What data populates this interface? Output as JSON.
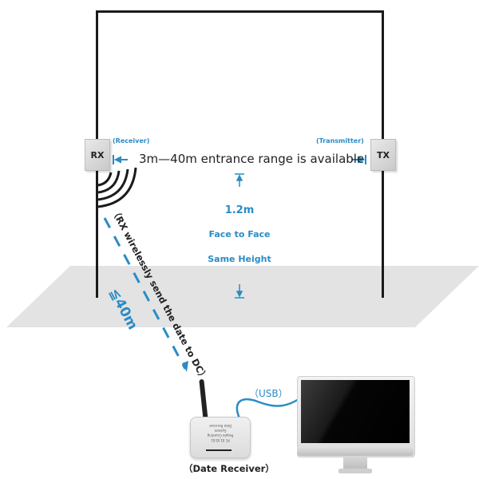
{
  "diagram": {
    "rx": {
      "label": "RX",
      "caption": "(Receiver)"
    },
    "tx": {
      "label": "TX",
      "caption": "(Transmitter)"
    },
    "range_text": "3m—40m entrance range is available",
    "height_label": "1.2m",
    "face_label": "Face to Face",
    "same_height_label": "Same Height",
    "wireless_text": "（RX  wirelessly send the date to DC）",
    "distance_label": "≦40m",
    "usb_label": "（USB）",
    "receiver": {
      "caption": "（Date Receiver）",
      "device_text_line1": "PC  01   ID:01",
      "device_text_line2": "People Counting System",
      "device_text_line3": "Data Receiver"
    },
    "colors": {
      "accent": "#2a8cc4",
      "frame": "#1a1a1a",
      "floor": "#e3e3e3"
    }
  }
}
